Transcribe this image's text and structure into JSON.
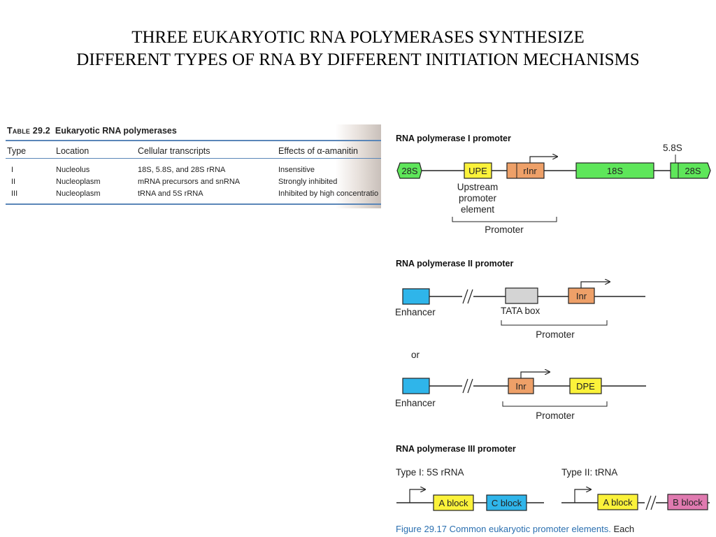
{
  "title": {
    "line1": "THREE EUKARYOTIC RNA POLYMERASES SYNTHESIZE",
    "line2": "DIFFERENT TYPES OF RNA BY DIFFERENT INITIATION MECHANISMS"
  },
  "table": {
    "caption_number": "Table 29.2",
    "caption_text": "Eukaryotic RNA polymerases",
    "headers": [
      "Type",
      "Location",
      "Cellular transcripts",
      "Effects of α-amanitin"
    ],
    "rows": [
      [
        "I",
        "Nucleolus",
        "18S, 5.8S, and 28S rRNA",
        "Insensitive"
      ],
      [
        "II",
        "Nucleoplasm",
        "mRNA precursors and snRNA",
        "Strongly inhibited"
      ],
      [
        "III",
        "Nucleoplasm",
        "tRNA and 5S rRNA",
        "Inhibited by high concentratio"
      ]
    ]
  },
  "pol1": {
    "heading": "RNA polymerase I promoter",
    "label_58s": "5.8S",
    "box_28s_left": "28S",
    "box_upe": "UPE",
    "box_rinr": "rInr",
    "box_18s": "18S",
    "box_28s_right": "28S",
    "upe_desc": [
      "Upstream",
      "promoter",
      "element"
    ],
    "promoter_label": "Promoter"
  },
  "pol2": {
    "heading": "RNA polymerase II promoter",
    "enhancer_a": "Enhancer",
    "tata_label": "TATA box",
    "box_inr_a": "Inr",
    "promoter_a": "Promoter",
    "or_label": "or",
    "enhancer_b": "Enhancer",
    "box_inr_b": "Inr",
    "box_dpe": "DPE",
    "promoter_b": "Promoter"
  },
  "pol3": {
    "heading": "RNA polymerase III promoter",
    "type1_label": "Type I: 5S rRNA",
    "type2_label": "Type II: tRNA",
    "box_a1": "A block",
    "box_c": "C block",
    "box_a2": "A block",
    "box_b": "B block"
  },
  "figure_caption": {
    "number": "Figure 29.17",
    "text": "Common eukaryotic promoter elements.",
    "trailing": "Each"
  },
  "colors": {
    "green": "#5ee65a",
    "yellow": "#fbf23a",
    "orange": "#eea068",
    "blue": "#2fb5ea",
    "gray": "#d4d4d4",
    "pink": "#e07ab0",
    "table_rule": "#5a86b8",
    "caption_blue": "#2a6fb0"
  }
}
